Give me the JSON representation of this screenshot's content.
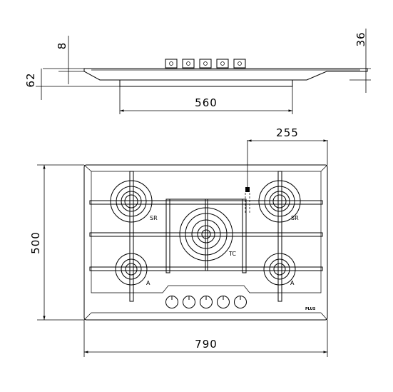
{
  "dimensions": {
    "side_thickness": "8",
    "side_total_height": "36",
    "side_depth_below": "62",
    "cutout_width": "560",
    "right_offset": "255",
    "overall_depth": "500",
    "overall_width": "790"
  },
  "burner_labels": {
    "top_left": "SR",
    "top_right": "SR",
    "center": "TC",
    "bottom_left": "A",
    "bottom_right": "A"
  },
  "brand_mark": "PLUS"
}
